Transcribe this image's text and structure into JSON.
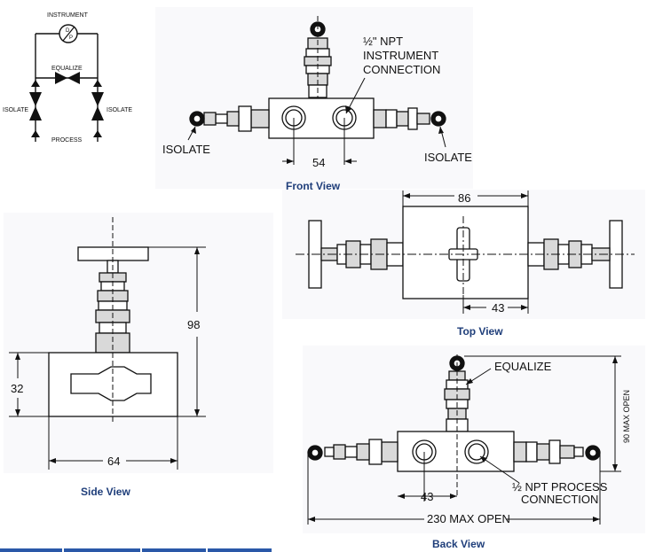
{
  "schematic": {
    "instrument": "INSTRUMENT",
    "dp_d": "D",
    "dp_p": "P",
    "equalize": "EQUALIZE",
    "isolate_left": "ISOLATE",
    "isolate_right": "ISOLATE",
    "process": "PROCESS"
  },
  "front_view": {
    "caption": "Front View",
    "npt_line1": "½\" NPT",
    "npt_line2": "INSTRUMENT",
    "npt_line3": "CONNECTION",
    "isolate_left": "ISOLATE",
    "isolate_right": "ISOLATE",
    "dim_54": "54"
  },
  "top_view": {
    "caption": "Top View",
    "dim_86": "86",
    "dim_43": "43"
  },
  "side_view": {
    "caption": "Side  View",
    "dim_98": "98",
    "dim_32": "32",
    "dim_64": "64"
  },
  "back_view": {
    "caption": "Back View",
    "equalize": "EQUALIZE",
    "dim_90": "90 MAX OPEN",
    "npt_line1": "½ NPT PROCESS",
    "npt_line2": "CONNECTION",
    "dim_43": "43",
    "dim_230": "230 MAX OPEN"
  },
  "colors": {
    "caption": "#1f3e7a",
    "line": "#111111",
    "body_fill": "#ffffff",
    "fitting_fill": "#d9d9d9",
    "strip": "#2a58a8"
  }
}
